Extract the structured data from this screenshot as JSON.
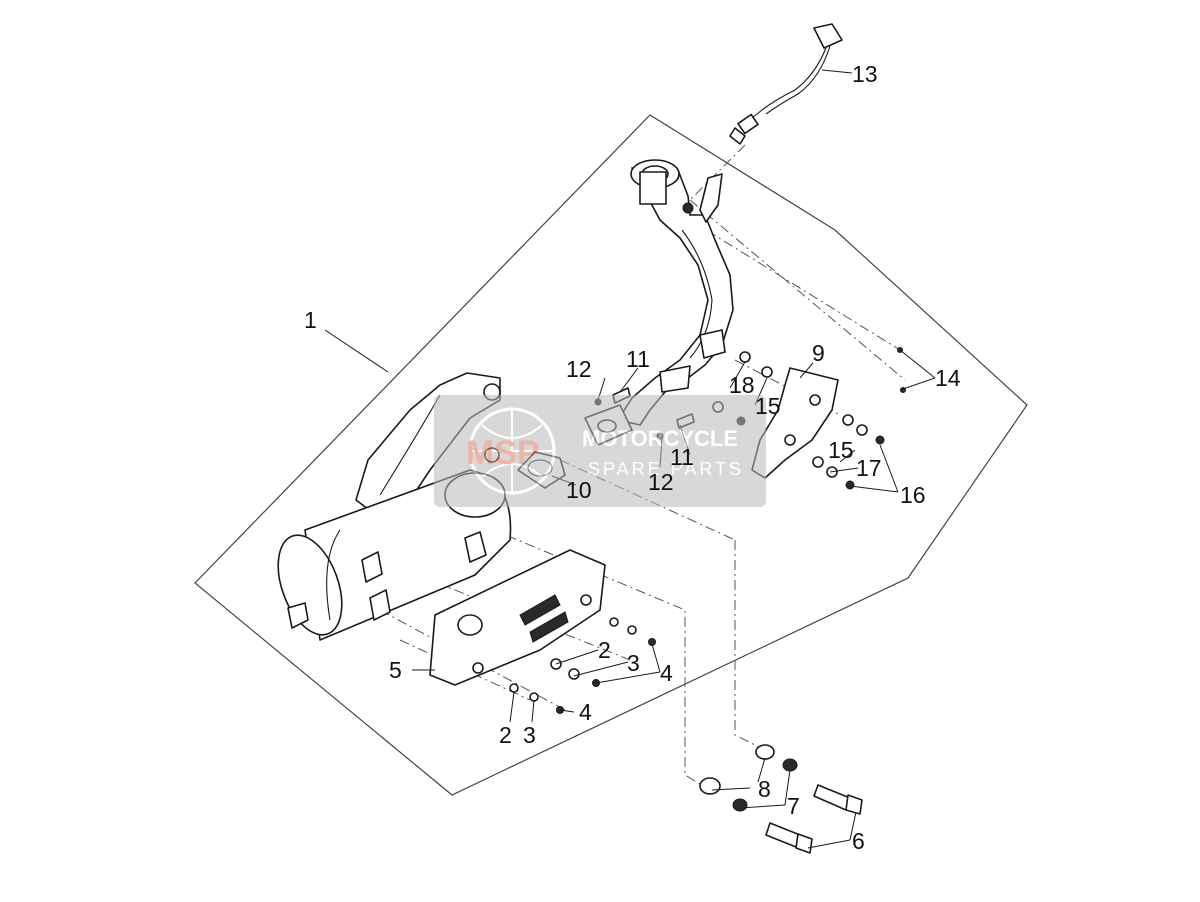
{
  "watermark": {
    "logo_text": "MSP",
    "line1": "MOTORCYCLE",
    "line2": "SPARE PARTS"
  },
  "callouts": {
    "c1": "1",
    "c2a": "2",
    "c2b": "2",
    "c3a": "3",
    "c3b": "3",
    "c4a": "4",
    "c4b": "4",
    "c5": "5",
    "c6": "6",
    "c7": "7",
    "c8": "8",
    "c9": "9",
    "c10": "10",
    "c11a": "11",
    "c11b": "11",
    "c12a": "12",
    "c12b": "12",
    "c13": "13",
    "c14": "14",
    "c15a": "15",
    "c15b": "15",
    "c16": "16",
    "c17": "17",
    "c18": "18"
  },
  "colors": {
    "line": "#1a1a1a",
    "watermark_bg": "#b9b9b9",
    "watermark_logo": "#e07a5f"
  }
}
